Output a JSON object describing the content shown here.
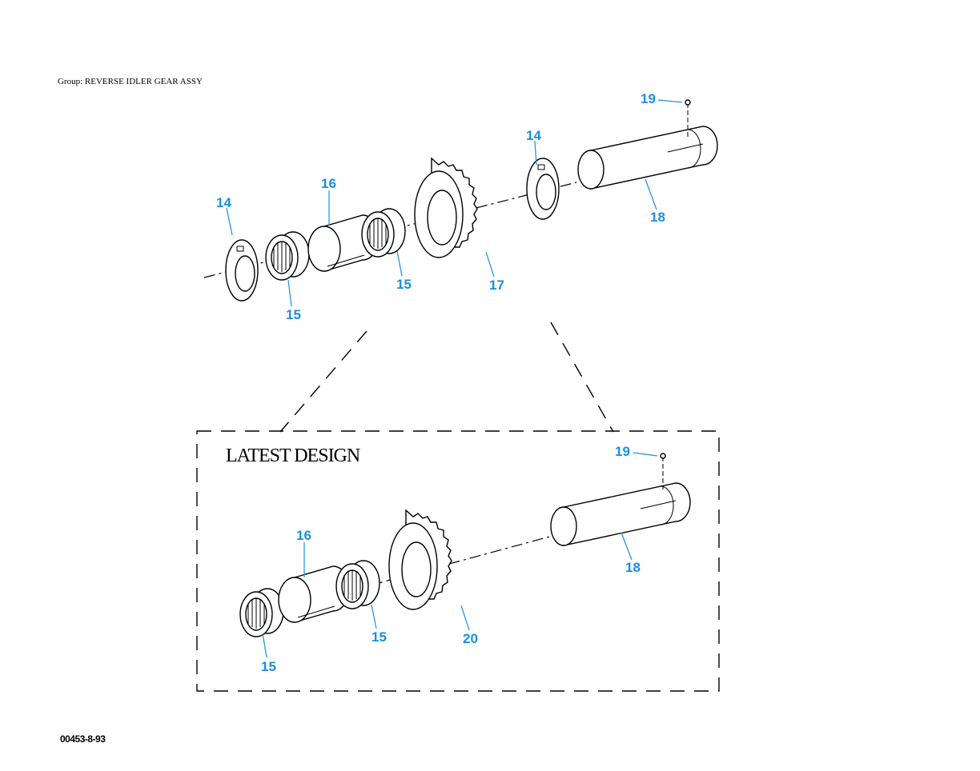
{
  "header": {
    "group": "Group: REVERSE IDLER GEAR ASSY"
  },
  "inset": {
    "title": "LATEST DESIGN"
  },
  "footer": {
    "code": "00453-8-93"
  },
  "callouts": {
    "top": {
      "c19": "19",
      "c14a": "14",
      "c14b": "14",
      "c16": "16",
      "c18": "18",
      "c15a": "15",
      "c15b": "15",
      "c17": "17"
    },
    "bottom": {
      "c19": "19",
      "c16": "16",
      "c18": "18",
      "c15a": "15",
      "c15b": "15",
      "c20": "20"
    }
  },
  "colors": {
    "callout": "#1a8fe0",
    "line": "#000000"
  }
}
